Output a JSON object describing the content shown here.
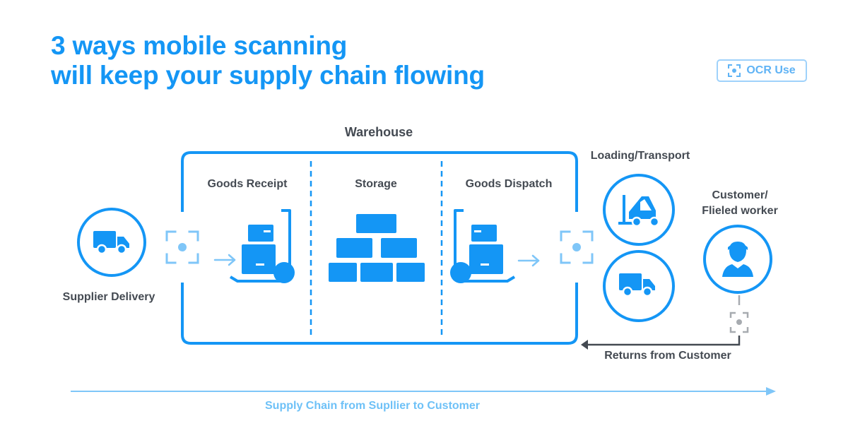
{
  "header": {
    "title_line1": "3 ways mobile scanning",
    "title_line2": "will keep your supply chain flowing"
  },
  "badge": {
    "label": "OCR Use",
    "icon": "scan-frame-icon"
  },
  "warehouse": {
    "label": "Warehouse",
    "stages": [
      {
        "label": "Goods Receipt",
        "icon": "hand-truck-boxes-icon"
      },
      {
        "label": "Storage",
        "icon": "stacked-boxes-icon"
      },
      {
        "label": "Goods Dispatch",
        "icon": "hand-truck-boxes-icon"
      }
    ]
  },
  "nodes": {
    "supplier": {
      "label": "Supplier Delivery",
      "icon": "delivery-truck-icon"
    },
    "loading": {
      "label": "Loading/Transport",
      "icons": [
        "forklift-icon",
        "delivery-truck-icon"
      ]
    },
    "customer": {
      "label_line1": "Customer/",
      "label_line2": "Flieled worker",
      "icon": "person-icon"
    }
  },
  "returns": {
    "label": "Returns from Customer"
  },
  "flow": {
    "label": "Supply Chain from Supllier to Customer"
  },
  "colors": {
    "primary": "#1496f5",
    "light": "#7fc6f8",
    "text": "#444a52",
    "gray": "#a7abb0"
  }
}
